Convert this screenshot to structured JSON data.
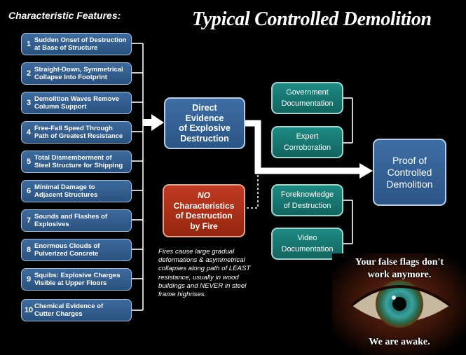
{
  "header": {
    "features_heading": "Characteristic Features:",
    "title": "Typical Controlled Demolition"
  },
  "features": [
    {
      "num": "1",
      "text": "Sudden Onset of Destruction\nat Base of Structure"
    },
    {
      "num": "2",
      "text": "Straight-Down, Symmetrical\nCollapse Into Footprint"
    },
    {
      "num": "3",
      "text": "Demolition Waves Remove\nColumn Support"
    },
    {
      "num": "4",
      "text": "Free-Fall Speed Through\nPath of Greatest Resistance"
    },
    {
      "num": "5",
      "text": "Total Dismemberment of\nSteel Structure for Shipping"
    },
    {
      "num": "6",
      "text": "Minimal Damage to\nAdjacent Structures"
    },
    {
      "num": "7",
      "text": "Sounds and Flashes of\nExplosives"
    },
    {
      "num": "8",
      "text": "Enormous Clouds of\nPulverized Concrete"
    },
    {
      "num": "9",
      "text": "Squibs: Explosive Charges\nVisible at Upper Floors"
    },
    {
      "num": "10",
      "text": "Chemical Evidence of\nCutter Charges"
    }
  ],
  "direct_evidence": "Direct\nEvidence\nof Explosive\nDestruction",
  "no_fire": {
    "no": "NO",
    "rest": "Characteristics\nof Destruction\nby Fire"
  },
  "fire_note": "Fires cause large gradual deformations & asymmetrical collapses along path of LEAST resistance, usually in wood buildings and NEVER in steel frame highrises.",
  "supports": [
    "Government\nDocumentation",
    "Expert\nCorroboration",
    "Foreknowledge\nof Destruction",
    "Video\nDocumentation"
  ],
  "proof": "Proof of\nControlled\nDemolition",
  "slogan": {
    "top": "Your false flags don't\nwork anymore.",
    "bottom": "We are awake."
  },
  "colors": {
    "feature_blue": "#2f5b8e",
    "support_teal": "#17756f",
    "fire_red": "#a82e16",
    "connector": "#ffffff"
  }
}
